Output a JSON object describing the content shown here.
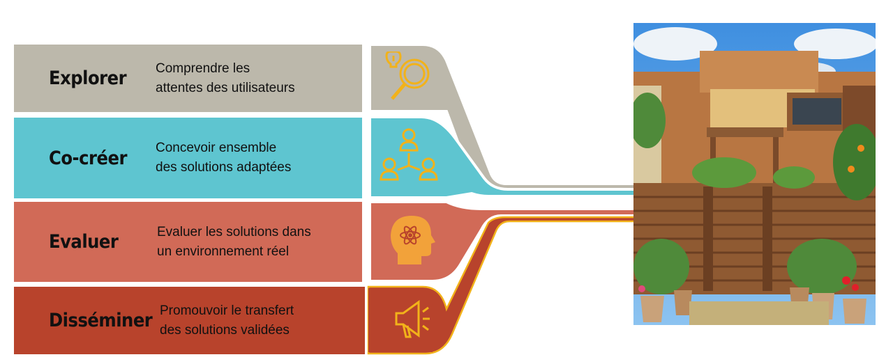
{
  "stages": [
    {
      "title": "Explorer",
      "desc_line1": "Comprendre les",
      "desc_line2": "attentes des utilisateurs",
      "icon": "magnifier-lightbulb-icon",
      "color": "#bcb8ab"
    },
    {
      "title": "Co-créer",
      "desc_line1": "Concevoir ensemble",
      "desc_line2": "des solutions adaptées",
      "icon": "three-people-network-icon",
      "color": "#5ec5d0"
    },
    {
      "title": "Evaluer",
      "desc_line1": "Evaluer les solutions dans",
      "desc_line2": "un environnement réel",
      "icon": "head-atom-icon",
      "color": "#d16a57"
    },
    {
      "title": "Disséminer",
      "desc_line1": "Promouvoir le transfert",
      "desc_line2": "des solutions validées",
      "icon": "megaphone-icon",
      "color": "#b8432c"
    }
  ],
  "colors": {
    "icon_yellow": "#f2b21a",
    "photo_sky": "#3f8fe0",
    "photo_wall": "#b87642"
  }
}
